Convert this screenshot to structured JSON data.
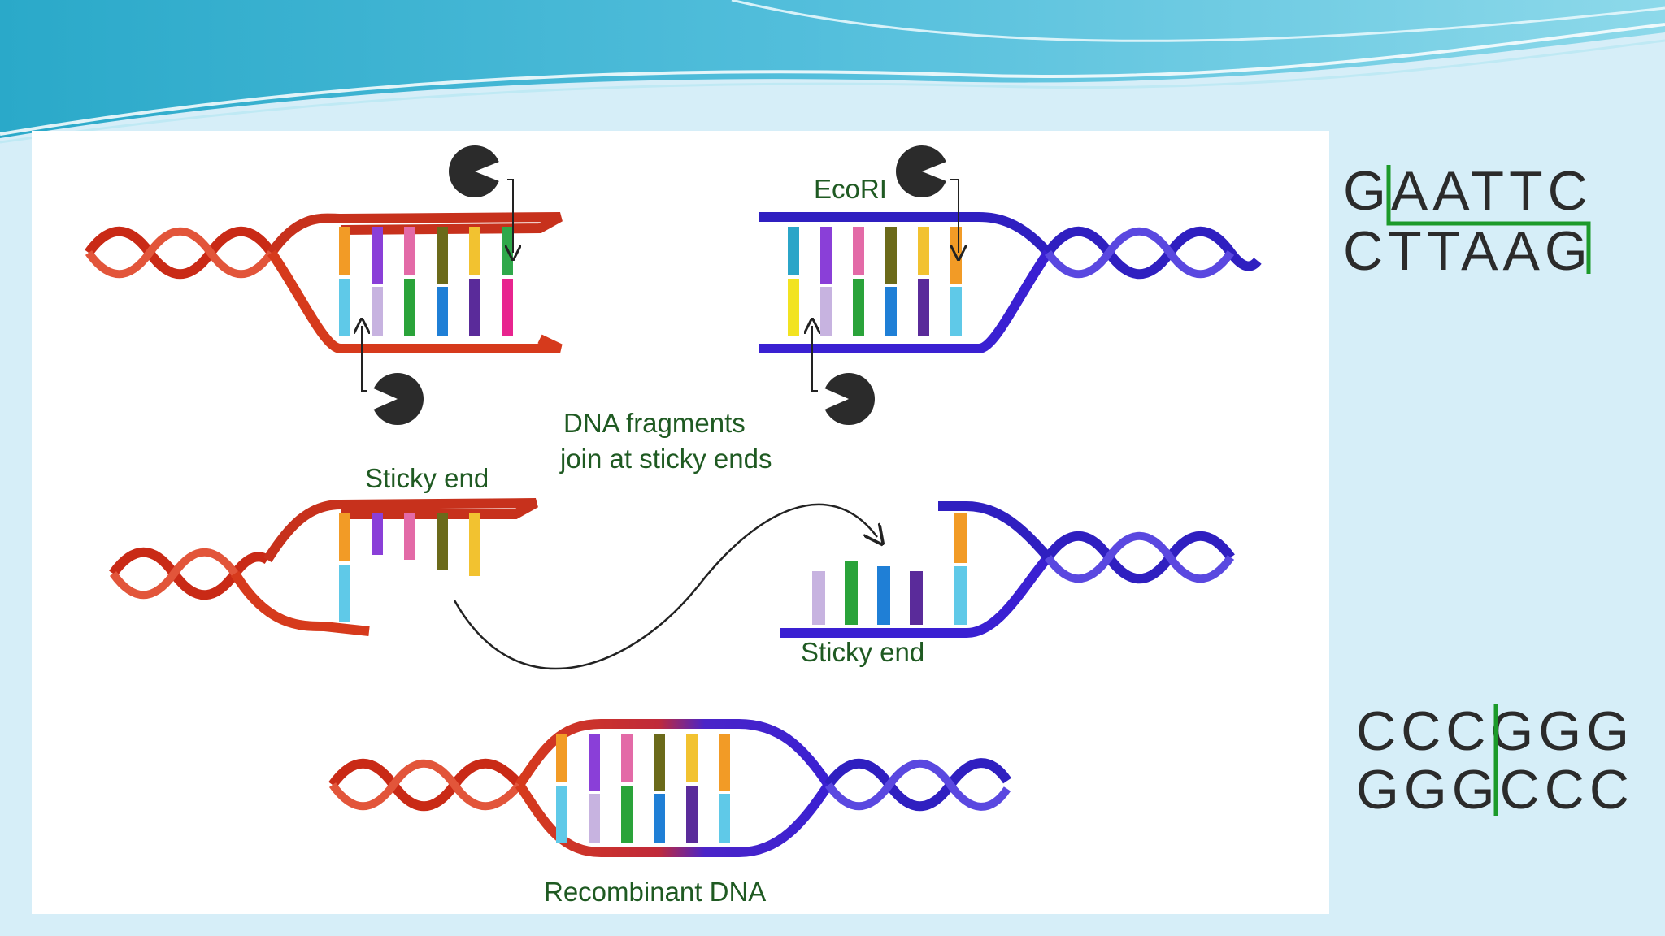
{
  "diagram": {
    "labels": {
      "enzyme": "EcoRI",
      "sticky_end_left": "Sticky end",
      "sticky_end_right": "Sticky end",
      "fragments_join_line1": "DNA fragments",
      "fragments_join_line2": "join at sticky ends",
      "recombinant": "Recombinant DNA"
    }
  },
  "sequences": {
    "ecori": {
      "top": "GAATTC",
      "bottom": "CTTAAG"
    },
    "smai": {
      "top": "CCCGGG",
      "bottom": "GGGCCC"
    }
  },
  "colors": {
    "background": "#d6eef8",
    "left_strand": "#d63a1c",
    "right_strand": "#3a20d2",
    "label_green": "#1f5a22",
    "cut_line": "#1c9a2a"
  }
}
